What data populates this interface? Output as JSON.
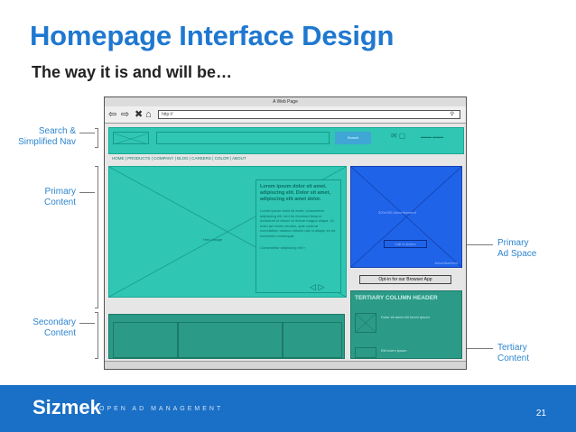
{
  "slide": {
    "title": "Homepage Interface Design",
    "subtitle": "The way it is and will be…",
    "page_number": "21"
  },
  "callouts": {
    "search_nav": "Search &\nSimplified Nav",
    "primary_content": "Primary\nContent",
    "secondary_content": "Secondary\nContent",
    "primary_ad": "Primary\nAd Space",
    "tertiary_content": "Tertiary\nContent"
  },
  "browser": {
    "window_title": "A Web Page",
    "url": "http://",
    "nav_icons": [
      "back-icon",
      "forward-icon",
      "close-icon",
      "home-icon"
    ],
    "header_button": "Search",
    "nav_items": "HOME | PRODUCTS | COMPANY | BLOG | CAREERS | COLOR | ABOUT"
  },
  "hero": {
    "headline": "Lorem ipsum dolor sit amet, adipiscing elit. Dolor sit amet, adipiscing elit amet dolor.",
    "body": "Lorem ipsum dolor sit amet, consectetur adipiscing elit, sed do eiusmod tempor incididunt ut labore et dolore magna aliqua. Ut enim ad minim veniam, quis nostrud exercitation ullamco laboris nisi ut aliquip ex ea commodo consequat.",
    "link": "Consectetur adipiscing elit ››",
    "image_caption": "Hero Image"
  },
  "ad": {
    "text": "300x250 Advertisement",
    "button": "Call to Action",
    "footer": "Advertisement"
  },
  "optin_button": "Opt-in for our Browser App",
  "tertiary": {
    "header": "TERTIARY COLUMN HEADER",
    "item1": "Dolor sit amet elit lorem ipsum",
    "item2": "Elit lorem ipsum"
  },
  "footer": {
    "logo": "Sizmek",
    "tagline": "OPEN AD MANAGEMENT"
  }
}
